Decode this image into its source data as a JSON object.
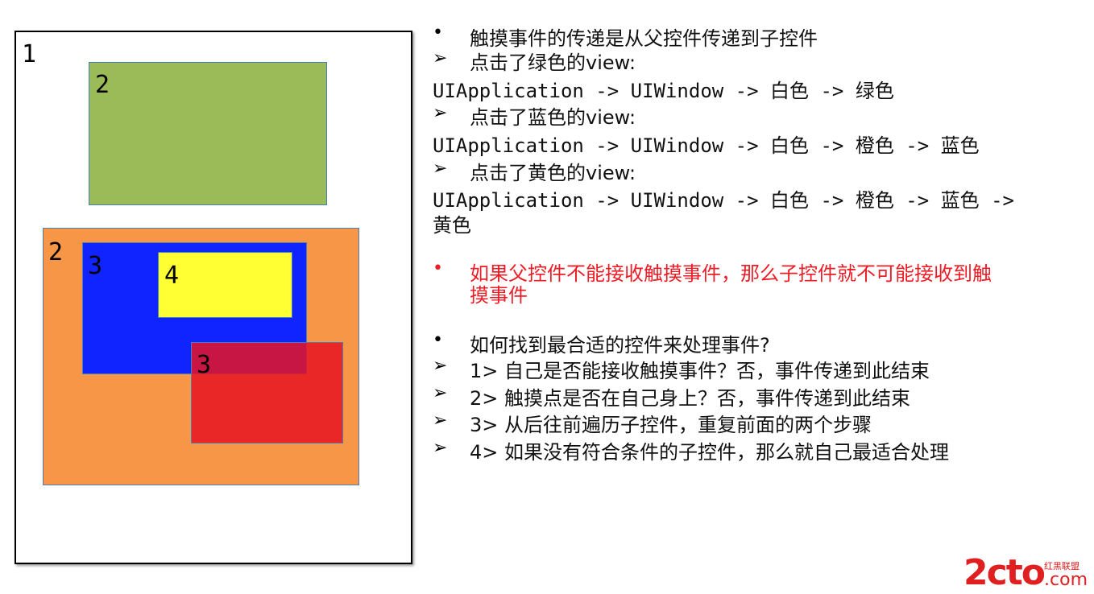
{
  "diagram": {
    "labels": {
      "window": "1",
      "green": "2",
      "orange": "2",
      "blue": "3",
      "yellow": "4",
      "red": "3"
    },
    "colors": {
      "green": "#9bbb59",
      "orange": "#f79646",
      "blue": "#0f24ff",
      "yellow": "#ffff33",
      "red": "#ed1c24"
    }
  },
  "text": {
    "l1": "触摸事件的传递是从父控件传递到子控件",
    "l2": "点击了绿色的view:",
    "l3": "UIApplication -> UIWindow -> 白色 -> 绿色",
    "l4": "点击了蓝色的view:",
    "l5": "UIApplication -> UIWindow -> 白色 -> 橙色 -> 蓝色",
    "l6": "点击了黄色的view:",
    "l7": "UIApplication -> UIWindow -> 白色 -> 橙色 -> 蓝色 ->",
    "l8": "黄色",
    "l9": "如果父控件不能接收触摸事件，那么子控件就不可能接收到触",
    "l10": "摸事件",
    "l11": "如何找到最合适的控件来处理事件?",
    "l12": "1> 自己是否能接收触摸事件？否，事件传递到此结束",
    "l13": "2> 触摸点是否在自己身上？否，事件传递到此结束",
    "l14": "3>  从后往前遍历子控件，重复前面的两个步骤",
    "l15": "4> 如果没有符合条件的子控件，那么就自己最适合处理"
  },
  "markers": {
    "bullet": "•",
    "arrow": "➢"
  },
  "logo": {
    "main": "2cto",
    "cn": "红黑联盟",
    "com": ".com"
  }
}
